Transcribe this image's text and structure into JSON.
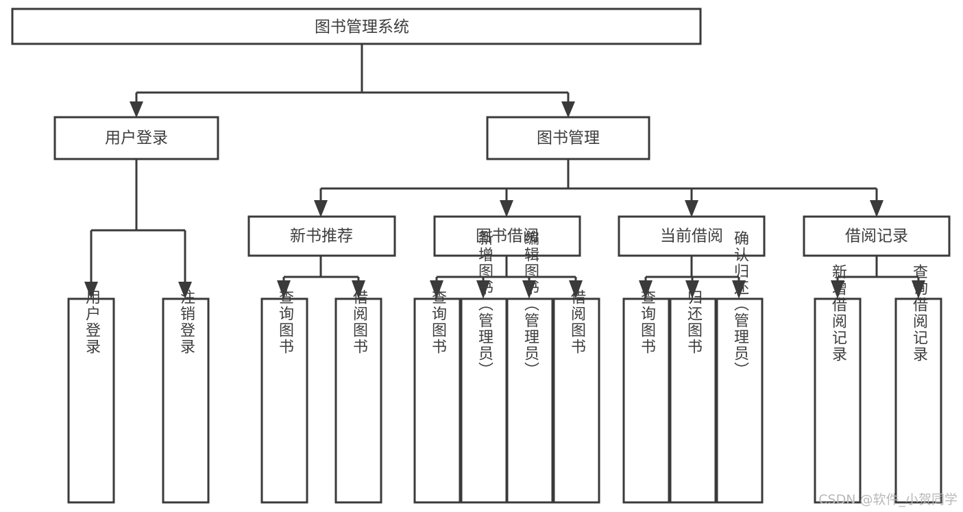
{
  "diagram": {
    "title": "图书管理系统",
    "type": "tree-hierarchy-diagram",
    "orientation": "top-down",
    "colors": {
      "stroke": "#3a3a3a",
      "box_fill": "#ffffff",
      "text": "#3d3d3d",
      "background": "#ffffff",
      "watermark": "#b9b9b9"
    },
    "root": {
      "id": "root",
      "label": "图书管理系统",
      "orientation": "horizontal"
    },
    "level2": [
      {
        "id": "user-login",
        "label": "用户登录",
        "orientation": "horizontal"
      },
      {
        "id": "book-manage",
        "label": "图书管理",
        "orientation": "horizontal"
      }
    ],
    "level3": [
      {
        "id": "new-book-recommend",
        "label": "新书推荐",
        "orientation": "horizontal",
        "parent": "book-manage"
      },
      {
        "id": "book-borrow",
        "label": "图书借阅",
        "orientation": "horizontal",
        "parent": "book-manage"
      },
      {
        "id": "current-borrow",
        "label": "当前借阅",
        "orientation": "horizontal",
        "parent": "book-manage"
      },
      {
        "id": "borrow-record",
        "label": "借阅记录",
        "orientation": "horizontal",
        "parent": "book-manage"
      }
    ],
    "leaves": [
      {
        "id": "leaf-user-login",
        "label": "用户登录",
        "orientation": "vertical",
        "parent": "user-login"
      },
      {
        "id": "leaf-logout-login",
        "label": "注销登录",
        "orientation": "vertical",
        "parent": "user-login"
      },
      {
        "id": "leaf-query-book-1",
        "label": "查询图书",
        "orientation": "vertical",
        "parent": "new-book-recommend"
      },
      {
        "id": "leaf-borrow-book-1",
        "label": "借阅图书",
        "orientation": "vertical",
        "parent": "new-book-recommend"
      },
      {
        "id": "leaf-query-book-2",
        "label": "查询图书",
        "orientation": "vertical",
        "parent": "book-borrow"
      },
      {
        "id": "leaf-add-book",
        "label": "新增图书（管理员）",
        "orientation": "vertical",
        "parent": "book-borrow"
      },
      {
        "id": "leaf-edit-book",
        "label": "编辑图书（管理员）",
        "orientation": "vertical",
        "parent": "book-borrow"
      },
      {
        "id": "leaf-borrow-book-2",
        "label": "借阅图书",
        "orientation": "vertical",
        "parent": "book-borrow"
      },
      {
        "id": "leaf-query-book-3",
        "label": "查询图书",
        "orientation": "vertical",
        "parent": "current-borrow"
      },
      {
        "id": "leaf-return-book",
        "label": "归还图书",
        "orientation": "vertical",
        "parent": "current-borrow"
      },
      {
        "id": "leaf-confirm-return",
        "label": "确认归还（管理员）",
        "orientation": "vertical",
        "parent": "current-borrow"
      },
      {
        "id": "leaf-add-record",
        "label": "新增借阅记录",
        "orientation": "vertical",
        "parent": "borrow-record"
      },
      {
        "id": "leaf-query-record",
        "label": "查询借阅记录",
        "orientation": "vertical",
        "parent": "borrow-record"
      }
    ]
  },
  "watermark": {
    "text": "CSDN @软件_小贺同学"
  }
}
